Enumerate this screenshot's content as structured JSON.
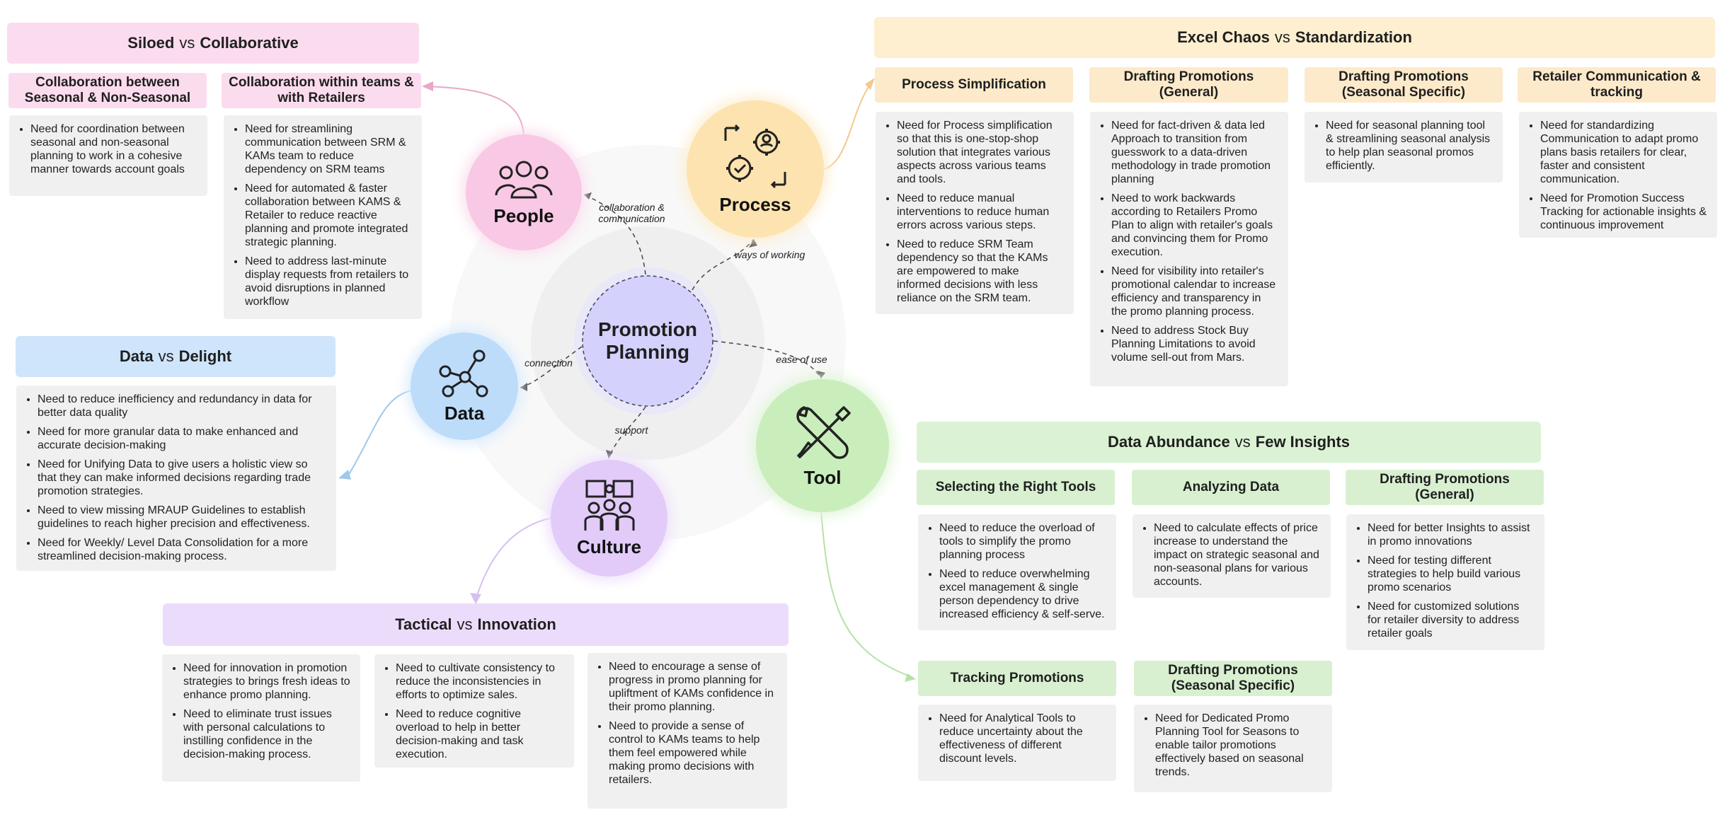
{
  "center": {
    "label": "Promotion Planning"
  },
  "nodes": {
    "people": {
      "label": "People",
      "color": "#f9c8e4",
      "icon": "people-group-icon"
    },
    "process": {
      "label": "Process",
      "color": "#fde3b0",
      "icon": "gears-icon"
    },
    "data": {
      "label": "Data",
      "color": "#bcdcfa",
      "icon": "network-nodes-icon"
    },
    "culture": {
      "label": "Culture",
      "color": "#e2cbf9",
      "icon": "team-puzzle-icon"
    },
    "tool": {
      "label": "Tool",
      "color": "#c9eebc",
      "icon": "wrench-screwdriver-icon"
    }
  },
  "connectors": {
    "collab": "collaboration & communication",
    "ways": "ways of working",
    "connection": "connection",
    "ease": "ease of use",
    "support": "support"
  },
  "siloed": {
    "title_a": "Siloed",
    "vs": "vs",
    "title_b": "Collaborative",
    "col1": {
      "header": "Collaboration between Seasonal & Non-Seasonal",
      "items": [
        "Need for coordination between seasonal and non-seasonal planning to work in a cohesive manner towards account goals"
      ]
    },
    "col2": {
      "header": "Collaboration within teams & with Retailers",
      "items": [
        "Need for streamlining communication between SRM & KAMs team to reduce dependency on SRM teams",
        "Need for automated & faster collaboration between KAMS & Retailer to reduce reactive planning and promote integrated strategic planning.",
        "Need to address last-minute display requests from retailers to avoid disruptions in planned workflow"
      ]
    }
  },
  "excel": {
    "title_a": "Excel Chaos",
    "vs": "vs",
    "title_b": "Standardization",
    "cols": [
      {
        "header": "Process Simplification",
        "items": [
          "Need for Process simplification so that this is one-stop-shop solution that integrates various aspects across various teams and tools.",
          "Need to reduce manual interventions to reduce human errors across various steps.",
          "Need to reduce SRM Team dependency so that the KAMs are empowered to make informed decisions with less reliance on the SRM team."
        ]
      },
      {
        "header": "Drafting Promotions (General)",
        "items": [
          "Need for fact-driven & data led Approach to transition from guesswork to a data-driven methodology in trade promotion planning",
          "Need to work backwards according to Retailers Promo Plan to align with retailer's goals and convincing them for Promo execution.",
          "Need for visibility into retailer's promotional calendar to increase efficiency and transparency in the promo planning process.",
          "Need to address Stock Buy Planning Limitations to avoid volume sell-out from Mars."
        ]
      },
      {
        "header": "Drafting Promotions (Seasonal Specific)",
        "items": [
          "Need for seasonal planning tool & streamlining seasonal analysis to help plan seasonal promos efficiently."
        ]
      },
      {
        "header": "Retailer Communication & tracking",
        "items": [
          "Need for standardizing Communication to adapt promo plans basis retailers for clear, faster and consistent communication.",
          "Need for Promotion Success Tracking for actionable insights & continuous improvement"
        ]
      }
    ]
  },
  "datadelight": {
    "title_a": "Data",
    "vs": "vs",
    "title_b": "Delight",
    "items": [
      "Need to reduce inefficiency and redundancy in data for better data quality",
      "Need for more granular data to make enhanced and accurate decision-making",
      "Need for Unifying Data to give users a holistic view so that they can make informed decisions regarding trade promotion strategies.",
      "Need to view missing MRAUP Guidelines to establish guidelines to reach higher precision and effectiveness.",
      "Need for Weekly/ Level Data Consolidation for a more streamlined decision-making process."
    ]
  },
  "tactical": {
    "title_a": "Tactical",
    "vs": "vs",
    "title_b": "Innovation",
    "cols": [
      {
        "items": [
          "Need for innovation in promotion strategies to brings fresh ideas to enhance promo planning.",
          "Need to eliminate trust issues with personal calculations to instilling confidence in the decision-making process."
        ]
      },
      {
        "items": [
          "Need to cultivate consistency to reduce the inconsistencies in efforts to optimize sales.",
          "Need to reduce cognitive overload to help in better decision-making and task execution."
        ]
      },
      {
        "items": [
          "Need to encourage a sense of progress in promo planning for upliftment of KAMs confidence in their promo planning.",
          "Need to provide a sense of control to KAMs teams to help them feel empowered while making promo decisions with retailers."
        ]
      }
    ]
  },
  "abundance": {
    "title_a": "Data Abundance",
    "vs": "vs",
    "title_b": "Few Insights",
    "cols": [
      {
        "header": "Selecting the Right Tools",
        "items": [
          "Need to reduce the overload of tools to simplify the promo planning process",
          "Need to reduce overwhelming excel management & single person dependency to drive increased efficiency & self-serve."
        ]
      },
      {
        "header": "Analyzing Data",
        "items": [
          "Need to calculate effects of price increase to understand the impact on strategic seasonal and non-seasonal plans for various accounts."
        ]
      },
      {
        "header": "Drafting Promotions (General)",
        "items": [
          "Need for better Insights to assist in promo innovations",
          "Need for testing different strategies to help build various promo scenarios",
          "Need for customized solutions for retailer diversity to address retailer goals"
        ]
      }
    ],
    "lower": [
      {
        "header": "Tracking Promotions",
        "items": [
          "Need for Analytical Tools to reduce uncertainty about the effectiveness of different discount levels."
        ]
      },
      {
        "header": "Drafting Promotions (Seasonal Specific)",
        "items": [
          "Need for Dedicated Promo Planning Tool for Seasons to enable tailor promotions effectively based on seasonal trends."
        ]
      }
    ]
  }
}
